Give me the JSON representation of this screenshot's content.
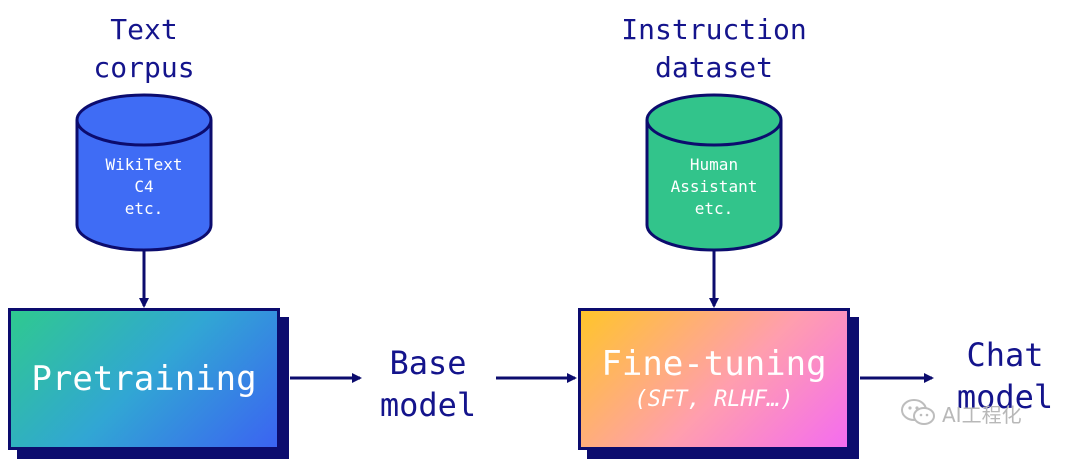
{
  "diagram": {
    "text_corpus_label": [
      "Text",
      "corpus"
    ],
    "text_corpus_items": [
      "WikiText",
      "C4",
      "etc."
    ],
    "instruction_label": [
      "Instruction",
      "dataset"
    ],
    "instruction_items": [
      "Human",
      "Assistant",
      "etc."
    ],
    "pretraining_label": "Pretraining",
    "base_model_label": [
      "Base",
      "model"
    ],
    "finetuning_label": "Fine-tuning",
    "finetuning_sub": "(SFT, RLHF…)",
    "chat_model_label": [
      "Chat",
      "model"
    ]
  },
  "colors": {
    "ink": "#14148c",
    "corpus_cylinder": "#3f6cf5",
    "dataset_cylinder": "#32c48b",
    "outline": "#0c0c6e"
  },
  "watermark": {
    "text": "AI工程化",
    "icon": "wechat-icon"
  }
}
